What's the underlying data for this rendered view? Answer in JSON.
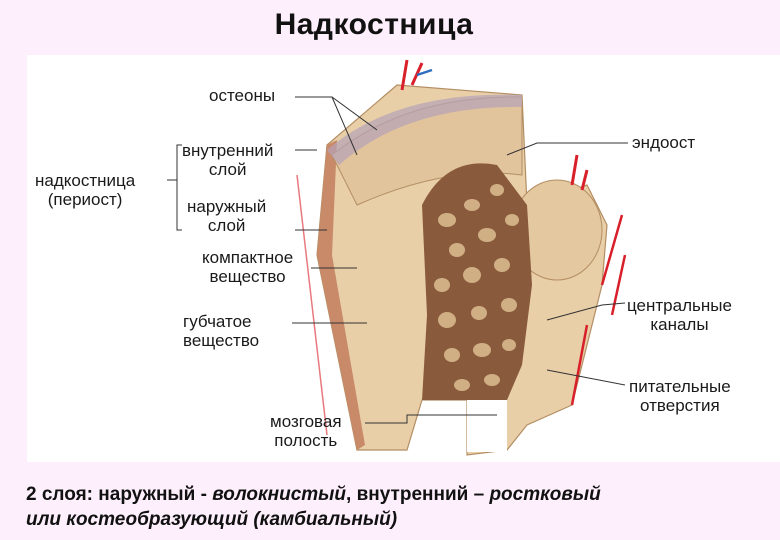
{
  "title": "Надкостница",
  "diagram": {
    "labels": {
      "osteons": "остеоны",
      "periosteum_line1": "надкостница",
      "periosteum_line2": "(периост)",
      "inner_layer_line1": "внутренний",
      "inner_layer_line2": "слой",
      "outer_layer_line1": "наружный",
      "outer_layer_line2": "слой",
      "compact_line1": "компактное",
      "compact_line2": "вещество",
      "spongy_line1": "губчатое",
      "spongy_line2": "вещество",
      "marrow_line1": "мозговая",
      "marrow_line2": "полость",
      "endosteum": "эндоост",
      "central_canals_line1": "центральные",
      "central_canals_line2": "каналы",
      "nutrient_line1": "питательные",
      "nutrient_line2": "отверстия"
    },
    "colors": {
      "bone": "#e8cfa8",
      "bone_dark": "#c9a67a",
      "spongy": "#8a5a3c",
      "artery": "#d8202a",
      "vein": "#2f6fc0",
      "periosteum": "#c98a6a"
    }
  },
  "caption": {
    "prefix": "2 слоя:   наружный - ",
    "outer_type": "волокнистый",
    "middle": ", внутренний – ",
    "inner_type": "ростковый",
    "line2": "или костеобразующий (камбиальный)"
  }
}
